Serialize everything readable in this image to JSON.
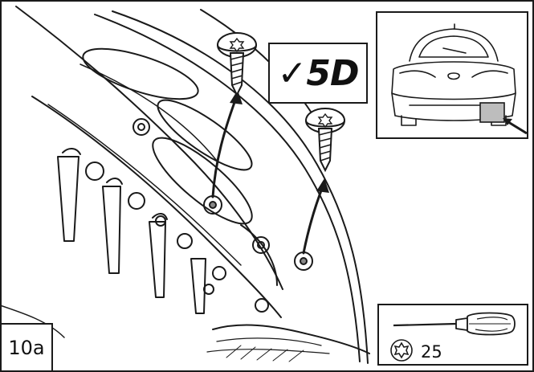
{
  "step": {
    "label": "10a"
  },
  "variant": {
    "check_glyph": "✓",
    "label": "5D"
  },
  "tool": {
    "torx_size": "25",
    "icon": "torx-driver-icon"
  },
  "inset": {
    "subject": "car-rear-icon"
  },
  "fasteners": {
    "icon": "torx-screw-icon",
    "count": 2
  }
}
